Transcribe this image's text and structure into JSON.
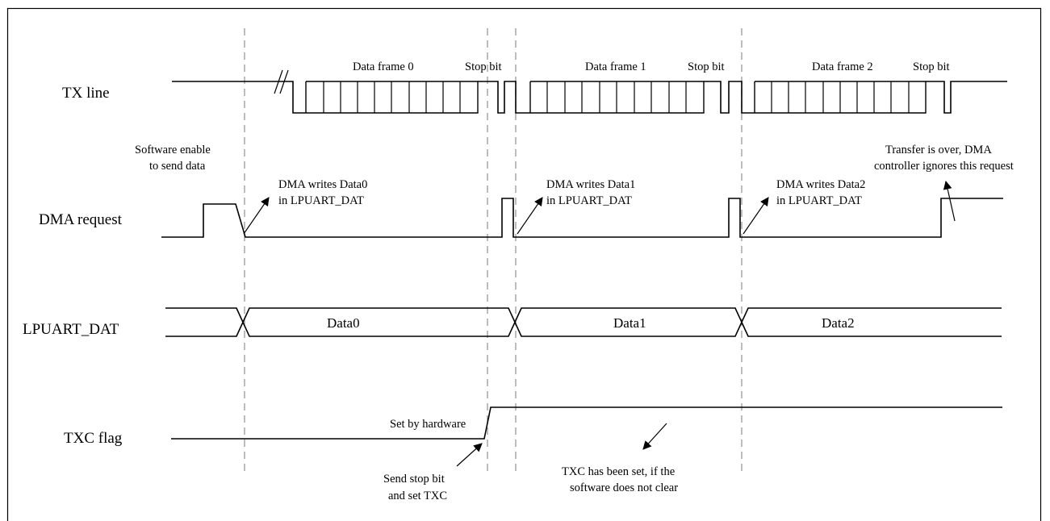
{
  "signals": {
    "tx_line": "TX line",
    "dma_request": "DMA request",
    "lpuart_dat": "LPUART_DAT",
    "txc_flag": "TXC flag"
  },
  "frames": [
    {
      "label": "Data frame  0",
      "stop": "Stop bit"
    },
    {
      "label": "Data frame 1",
      "stop": "Stop bit"
    },
    {
      "label": "Data frame 2",
      "stop": "Stop bit"
    }
  ],
  "bus_values": [
    "Data0",
    "Data1",
    "Data2"
  ],
  "annotations": {
    "software_enable": [
      "Software enable",
      "to send data"
    ],
    "dma_write_0": [
      "DMA writes Data0",
      "in LPUART_DAT"
    ],
    "dma_write_1": [
      "DMA writes Data1",
      "in LPUART_DAT"
    ],
    "dma_write_2": [
      "DMA writes Data2",
      "in LPUART_DAT"
    ],
    "transfer_over": [
      "Transfer is over, DMA",
      "controller ignores this request"
    ],
    "set_by_hw": "Set by hardware",
    "send_stop": [
      "Send stop bit",
      "and set TXC"
    ],
    "txc_set": [
      "TXC has been set, if the",
      "software does not clear"
    ]
  }
}
